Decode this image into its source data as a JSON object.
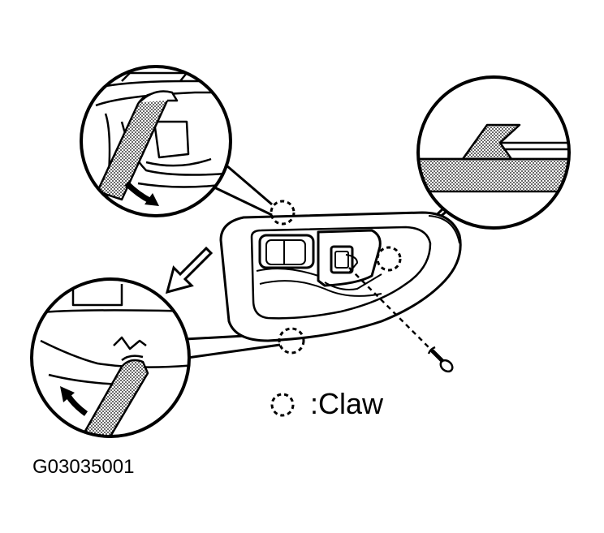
{
  "legend": {
    "claw_label": ":Claw",
    "symbol": "dashed-circle-claw-marker"
  },
  "figure_code": "G03035001",
  "colors": {
    "line": "#000000",
    "background": "#ffffff",
    "stipple": "#8c8c8c"
  }
}
